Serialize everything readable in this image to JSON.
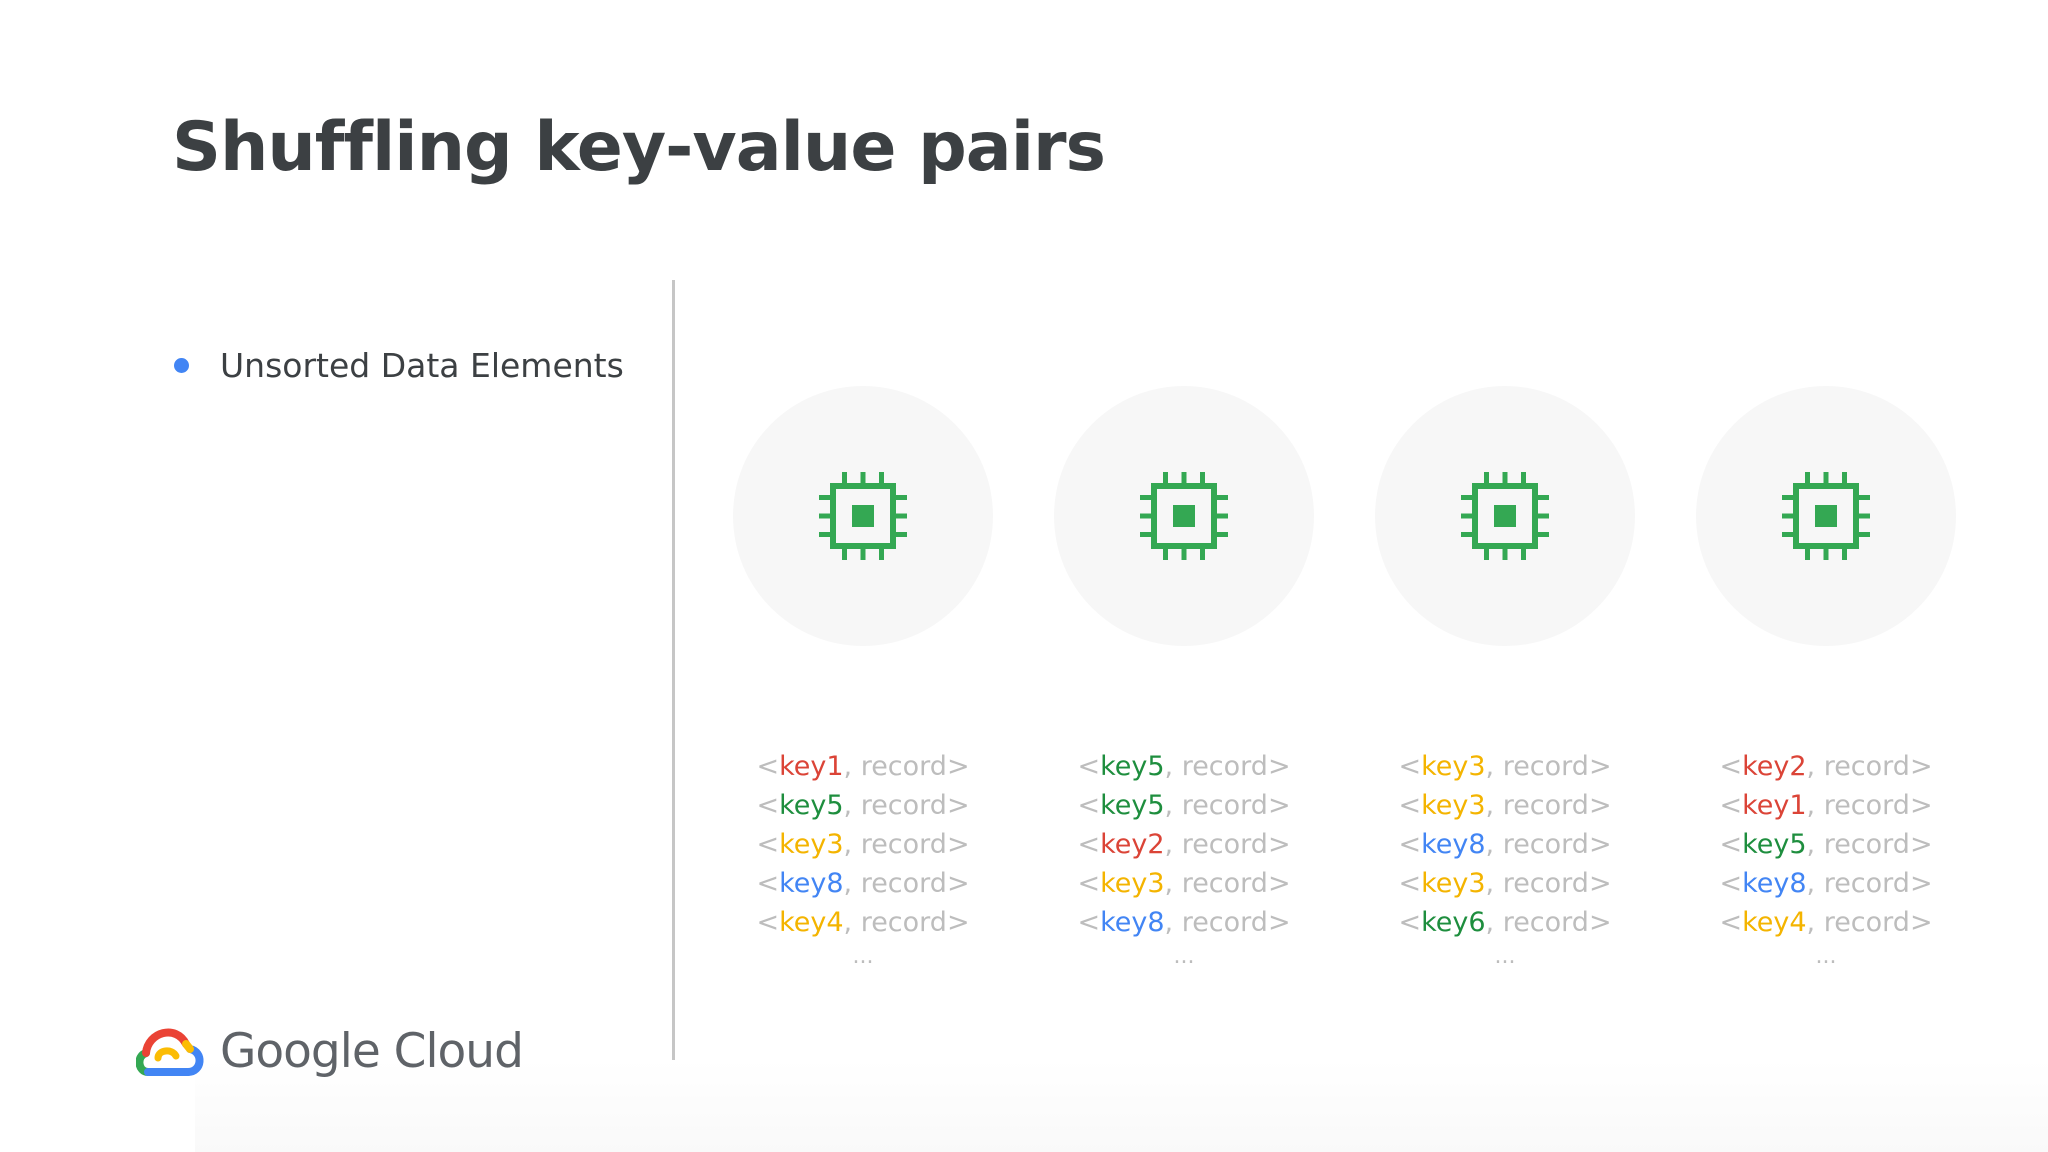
{
  "slide": {
    "title": "Shuffling key-value pairs",
    "bullet": "Unsorted Data Elements"
  },
  "colors": {
    "red": "#db4437",
    "green": "#1e8e3e",
    "yellow": "#f4b400",
    "blue": "#4285f4",
    "chip": "#34a853",
    "muted": "#bdbdbd"
  },
  "icons": {
    "node_icon": "chip-icon",
    "logo_icon": "google-cloud-icon"
  },
  "nodes": [
    {
      "records": [
        {
          "key": "key1",
          "color": "#db4437",
          "value": "record"
        },
        {
          "key": "key5",
          "color": "#1e8e3e",
          "value": "record"
        },
        {
          "key": "key3",
          "color": "#f4b400",
          "value": "record"
        },
        {
          "key": "key8",
          "color": "#4285f4",
          "value": "record"
        },
        {
          "key": "key4",
          "color": "#f4b400",
          "value": "record"
        }
      ],
      "more": "..."
    },
    {
      "records": [
        {
          "key": "key5",
          "color": "#1e8e3e",
          "value": "record"
        },
        {
          "key": "key5",
          "color": "#1e8e3e",
          "value": "record"
        },
        {
          "key": "key2",
          "color": "#db4437",
          "value": "record"
        },
        {
          "key": "key3",
          "color": "#f4b400",
          "value": "record"
        },
        {
          "key": "key8",
          "color": "#4285f4",
          "value": "record"
        }
      ],
      "more": "..."
    },
    {
      "records": [
        {
          "key": "key3",
          "color": "#f4b400",
          "value": "record"
        },
        {
          "key": "key3",
          "color": "#f4b400",
          "value": "record"
        },
        {
          "key": "key8",
          "color": "#4285f4",
          "value": "record"
        },
        {
          "key": "key3",
          "color": "#f4b400",
          "value": "record"
        },
        {
          "key": "key6",
          "color": "#1e8e3e",
          "value": "record"
        }
      ],
      "more": "..."
    },
    {
      "records": [
        {
          "key": "key2",
          "color": "#db4437",
          "value": "record"
        },
        {
          "key": "key1",
          "color": "#db4437",
          "value": "record"
        },
        {
          "key": "key5",
          "color": "#1e8e3e",
          "value": "record"
        },
        {
          "key": "key8",
          "color": "#4285f4",
          "value": "record"
        },
        {
          "key": "key4",
          "color": "#f4b400",
          "value": "record"
        }
      ],
      "more": "..."
    }
  ],
  "footer": {
    "logo_text": "Google Cloud"
  }
}
